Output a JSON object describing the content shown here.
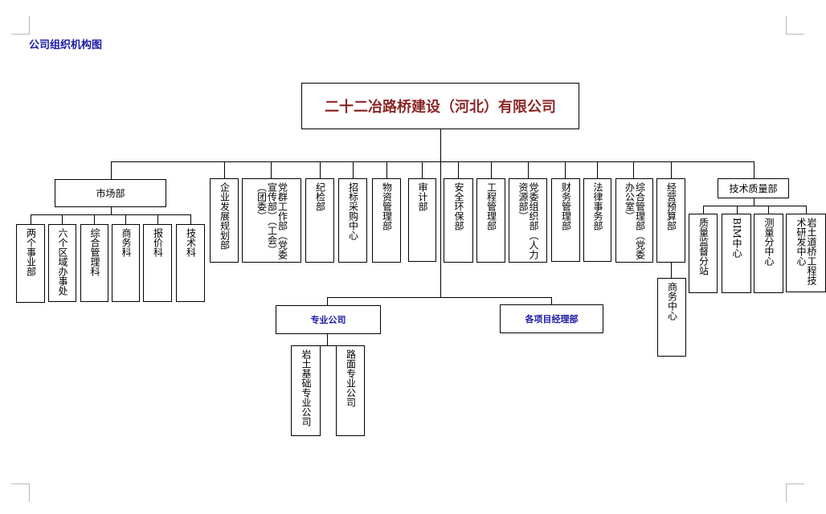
{
  "page": {
    "heading": "公司组织机构图"
  },
  "root": {
    "label": "二十二冶路桥建设（河北）有限公司"
  },
  "departments": {
    "market": "市场部",
    "planning": "企业发展规划部",
    "party": "党群工作部（党委宣传部）（工会）（团委）",
    "discipline": "纪检部",
    "procurement": "招标采购中心",
    "materials": "物资管理部",
    "audit": "审计部",
    "safety": "安全环保部",
    "engineering": "工程管理部",
    "party_org": "党委组织部（人力资源部）",
    "finance": "财务管理部",
    "legal": "法律事务部",
    "admin": "综合管理部（党委办公室）",
    "budget": "经营预算部",
    "tech_quality": "技术质量部"
  },
  "market_units": [
    "两个事业部",
    "六个区域办事处",
    "综合管理科",
    "商务科",
    "报价科",
    "技术科"
  ],
  "business_center": "商务中心",
  "tech_units": [
    "质量监督分站",
    "BIM中心",
    "测量分中心",
    "岩土道桥工程技术研发中心"
  ],
  "bottom": {
    "specialty_company": "专业公司",
    "project_managers": "各项目经理部",
    "specialty_units": [
      "岩土基础专业公司",
      "路面专业公司"
    ]
  }
}
